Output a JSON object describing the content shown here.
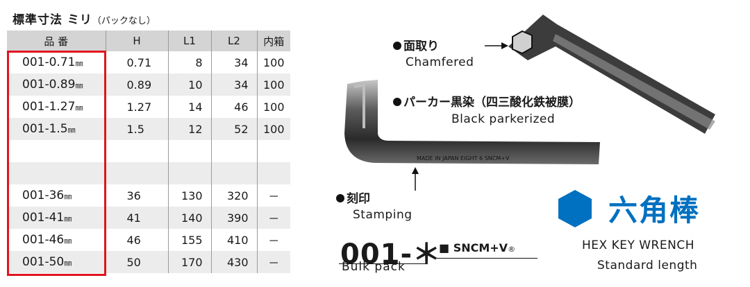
{
  "table": {
    "title": "標準寸法 ミリ",
    "subtitle": "（パックなし）",
    "headers": [
      "品 番",
      "H",
      "L1",
      "L2",
      "内箱"
    ],
    "unit_suffix": "㎜",
    "rows": [
      {
        "part": "001-0.71",
        "h": "0.71",
        "l1": "8",
        "l2": "34",
        "box": "100"
      },
      {
        "part": "001-0.89",
        "h": "0.89",
        "l1": "10",
        "l2": "34",
        "box": "100"
      },
      {
        "part": "001-1.27",
        "h": "1.27",
        "l1": "14",
        "l2": "46",
        "box": "100"
      },
      {
        "part": "001-1.5",
        "h": "1.5",
        "l1": "12",
        "l2": "52",
        "box": "100"
      },
      {
        "part": "",
        "h": "",
        "l1": "",
        "l2": "",
        "box": ""
      },
      {
        "part": "",
        "h": "",
        "l1": "",
        "l2": "",
        "box": ""
      },
      {
        "part": "001-36",
        "h": "36",
        "l1": "130",
        "l2": "320",
        "box": "－"
      },
      {
        "part": "001-41",
        "h": "41",
        "l1": "140",
        "l2": "390",
        "box": "－"
      },
      {
        "part": "001-46",
        "h": "46",
        "l1": "155",
        "l2": "410",
        "box": "－"
      },
      {
        "part": "001-50",
        "h": "50",
        "l1": "170",
        "l2": "430",
        "box": "－"
      }
    ]
  },
  "annotations": {
    "chamfer_jp": "面取り",
    "chamfer_en": "Chamfered",
    "parker_jp": "パーカー黒染（四三酸化鉄被膜）",
    "parker_en": "Black parkerized",
    "stamp_jp": "刻印",
    "stamp_en": "Stamping",
    "stamp_text": "MADE IN JAPAN  EIGHT 6  SNCM+V"
  },
  "product": {
    "code": "001-＊",
    "code_caption": "Bulk pack",
    "material": "■ SNCM+V",
    "material_reg": "®",
    "title_jp": "六角棒",
    "title_en_1": "HEX KEY WRENCH",
    "title_en_2": "Standard length"
  },
  "colors": {
    "highlight": "#e0141e",
    "brand_blue": "#0070c0",
    "header_gray": "#d4d4d4",
    "stripe_gray": "#ececec"
  }
}
